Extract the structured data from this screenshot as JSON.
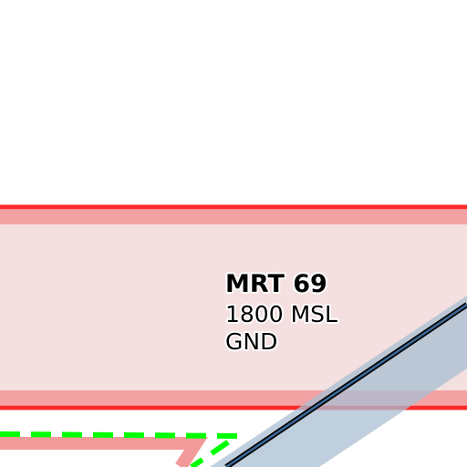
{
  "map": {
    "airspace_label": {
      "name": "MRT 69",
      "upper_limit": "1800 MSL",
      "lower_limit": "GND"
    },
    "colors": {
      "background": "#ffffff",
      "airspace_fill": "#f4e0e0",
      "airspace_band": "#f2a2a2",
      "airspace_border": "#ff2a2a",
      "secondary_area_line": "#f29a9a",
      "green_dashed_boundary": "#00ff00",
      "route_corridor_fill": "#a9bfd3",
      "route_line": "#3b6a99",
      "route_line_casing": "#000000"
    }
  }
}
